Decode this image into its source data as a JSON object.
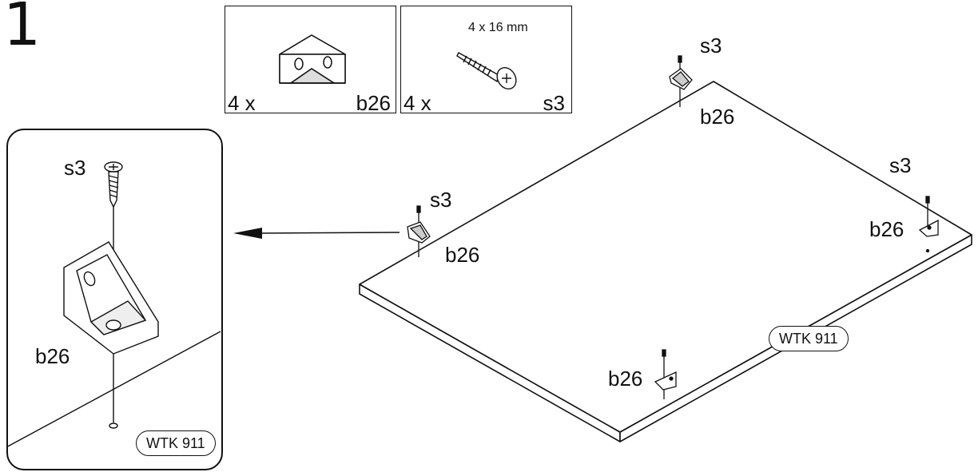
{
  "step": {
    "number": "1"
  },
  "parts": [
    {
      "id": "b26",
      "quantity": "4 x",
      "code": "b26",
      "icon": "corner-bracket-icon"
    },
    {
      "id": "s3",
      "quantity": "4 x",
      "code": "s3",
      "dimension": "4 x 16 mm",
      "icon": "screw-icon"
    }
  ],
  "detail": {
    "screw_label": "s3",
    "bracket_label": "b26",
    "panel_tag": "WTK 911"
  },
  "assembly": {
    "panel_tag": "WTK 911",
    "points": [
      {
        "screw": "s3",
        "bracket": "b26"
      },
      {
        "screw": "s3",
        "bracket": "b26"
      },
      {
        "screw": "s3",
        "bracket": "b26"
      },
      {
        "bracket": "b26"
      }
    ]
  }
}
